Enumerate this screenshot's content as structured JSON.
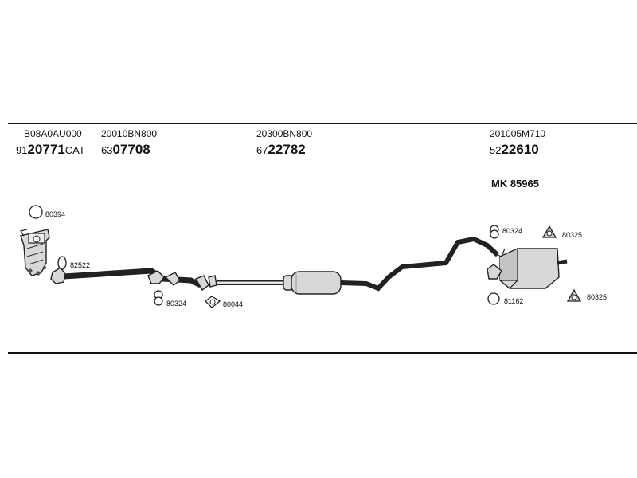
{
  "columns": [
    {
      "oem": "B08A0AU000",
      "prefix": "91",
      "number": "20771",
      "suffix": "CAT"
    },
    {
      "oem": "20010BN800",
      "prefix": "63",
      "number": "07708",
      "suffix": ""
    },
    {
      "oem": "20300BN800",
      "prefix": "67",
      "number": "22782",
      "suffix": ""
    },
    {
      "oem": "201005M710",
      "prefix": "52",
      "number": "22610",
      "suffix": ""
    }
  ],
  "mounting_kit": "MK  85965",
  "fittings": {
    "f80394": "80394",
    "f82522": "82522",
    "f80324_front": "80324",
    "f80044": "80044",
    "f80324_rear": "80324",
    "f80325_top": "80325",
    "f81162": "81162",
    "f80325_bottom": "80325"
  }
}
